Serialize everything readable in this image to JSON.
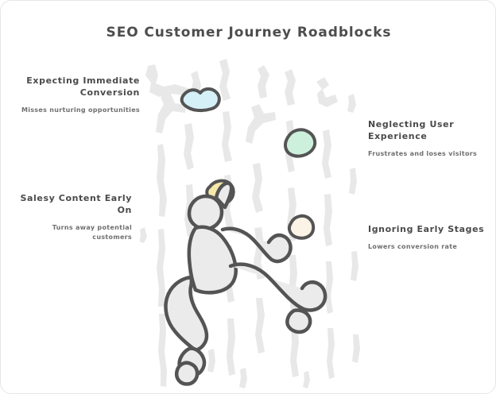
{
  "title": "SEO Customer Journey Roadblocks",
  "colors": {
    "background": "#ffffff",
    "title_text": "#4d4d4d",
    "heading_text": "#4a4a4a",
    "subtext": "#6f6f6f",
    "wall_texture": "#e8e8e8",
    "climber_fill": "#ebebeb",
    "climber_outline": "#545454",
    "hold_blue": "#d6f0f7",
    "hold_green": "#cdf0dd",
    "hold_yellow": "#f5e9a8",
    "hold_cream": "#faf3e6",
    "hold_outline": "#545454"
  },
  "labels": [
    {
      "id": "expecting-immediate-conversion",
      "heading": "Expecting Immediate Conversion",
      "subtext": "Misses nurturing opportunities",
      "position": "top-left"
    },
    {
      "id": "salesy-content-early-on",
      "heading": "Salesy Content Early On",
      "subtext": "Turns away potential customers",
      "position": "bottom-left"
    },
    {
      "id": "neglecting-user-experience",
      "heading": "Neglecting User Experience",
      "subtext": "Frustrates and loses visitors",
      "position": "top-right"
    },
    {
      "id": "ignoring-early-stages",
      "heading": "Ignoring Early Stages",
      "subtext": "Lowers conversion rate",
      "position": "bottom-right"
    }
  ],
  "illustration": {
    "name": "climber-on-rock-wall",
    "description": "Line-art climber scaling a textured rock wall with colored climbing holds"
  }
}
